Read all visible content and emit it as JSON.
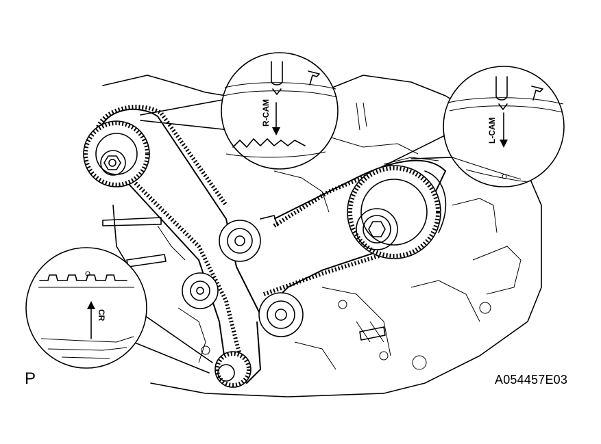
{
  "figure": {
    "panel_label": "P",
    "figure_id": "A054457E03"
  },
  "marks": {
    "right_cam": "R-CAM",
    "left_cam": "L-CAM",
    "crank": "CR"
  }
}
